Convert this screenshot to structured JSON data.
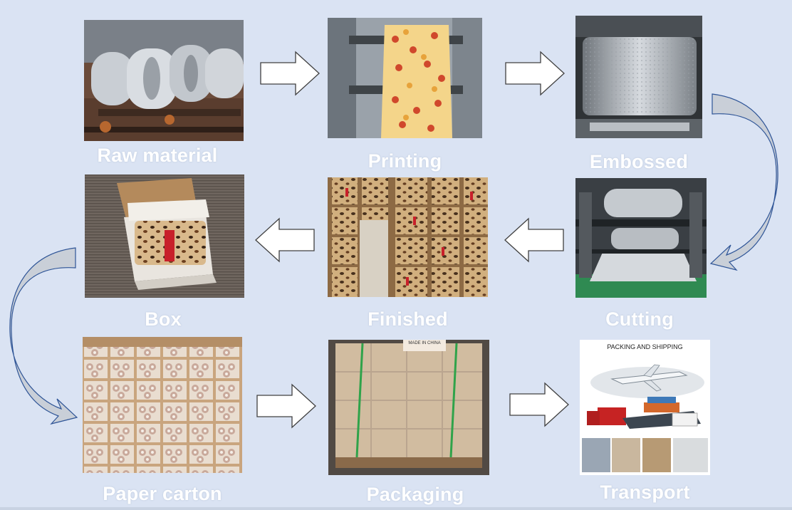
{
  "steps": {
    "raw_material": "Raw material",
    "printing": "Printing",
    "embossed": "Embossed",
    "cutting": "Cutting",
    "finished": "Finished",
    "box": "Box",
    "paper_carton": "Paper carton",
    "packaging": "Packaging",
    "transport": "Transport"
  },
  "photo_text": {
    "made_in_china": "MADE IN CHINA",
    "packing_and_shipping": "PACKING AND SHIPPING"
  },
  "colors": {
    "background": "#dae3f3",
    "label": "#ffffff",
    "arrow_fill": "#ffffff",
    "arrow_stroke": "#404040",
    "curve_fill": "#c9cfd8",
    "curve_stroke": "#2f5597"
  }
}
